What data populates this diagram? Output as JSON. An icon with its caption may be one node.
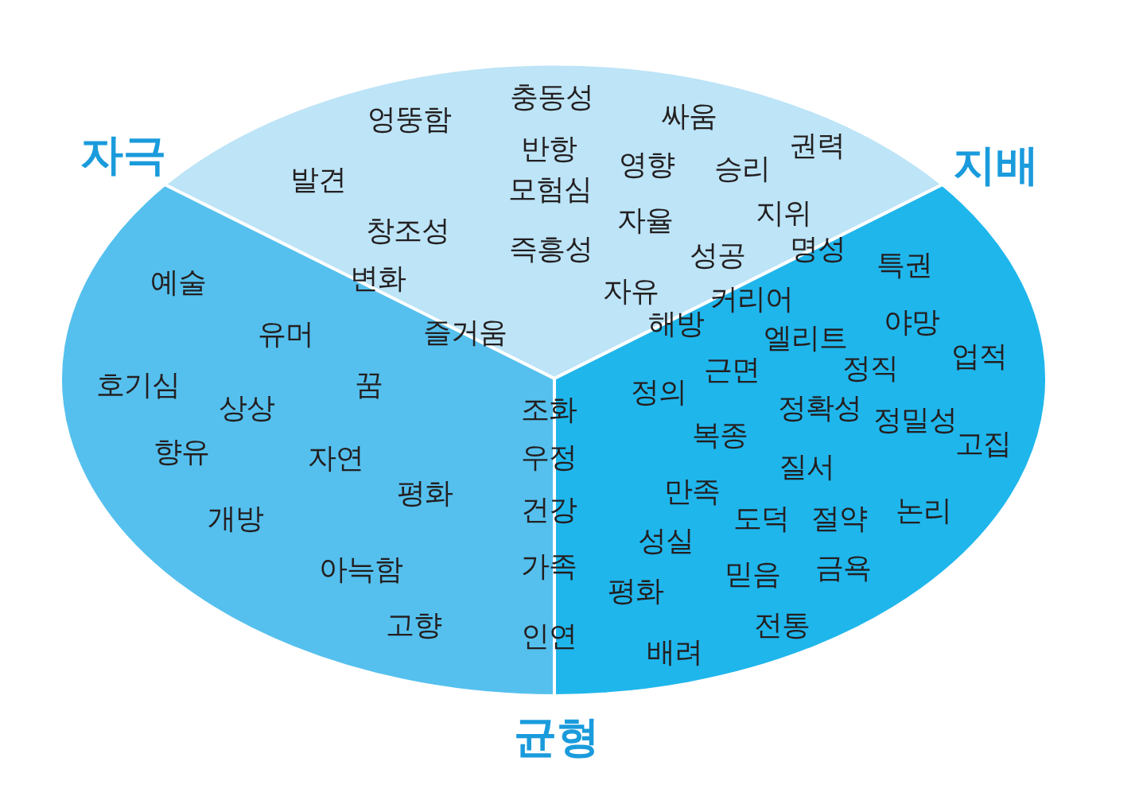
{
  "diagram": {
    "nodes": [
      {
        "text": [
          "충동성",
          "싸움",
          "엉뚱함",
          "권력",
          "반항",
          "영향",
          "승리",
          "발견",
          "모험심",
          "지위",
          "창조성",
          "자율",
          "즉흥성",
          "성공",
          "자유"
        ]
      },
      {
        "text": [
          "예술",
          "유머",
          "호기심",
          "꿈",
          "상상",
          "향유",
          "자연",
          "평화",
          "개방",
          "아늑함",
          "고향"
        ]
      },
      {
        "text": [
          "특권",
          "야망",
          "엘리트",
          "업적",
          "근면",
          "정직",
          "정의",
          "정확성",
          "정밀성",
          "복종",
          "고집",
          "질서",
          "만족",
          "도덕",
          "절약",
          "논리",
          "성실",
          "금욕",
          "믿음",
          "평화",
          "전통",
          "배려"
        ]
      }
    ],
    "labels": [
      "자극",
      "지배",
      "명성",
      "변화",
      "커리어",
      "해방",
      "즐거움",
      "조화",
      "우정",
      "건강",
      "가족",
      "인연",
      "균형"
    ]
  }
}
